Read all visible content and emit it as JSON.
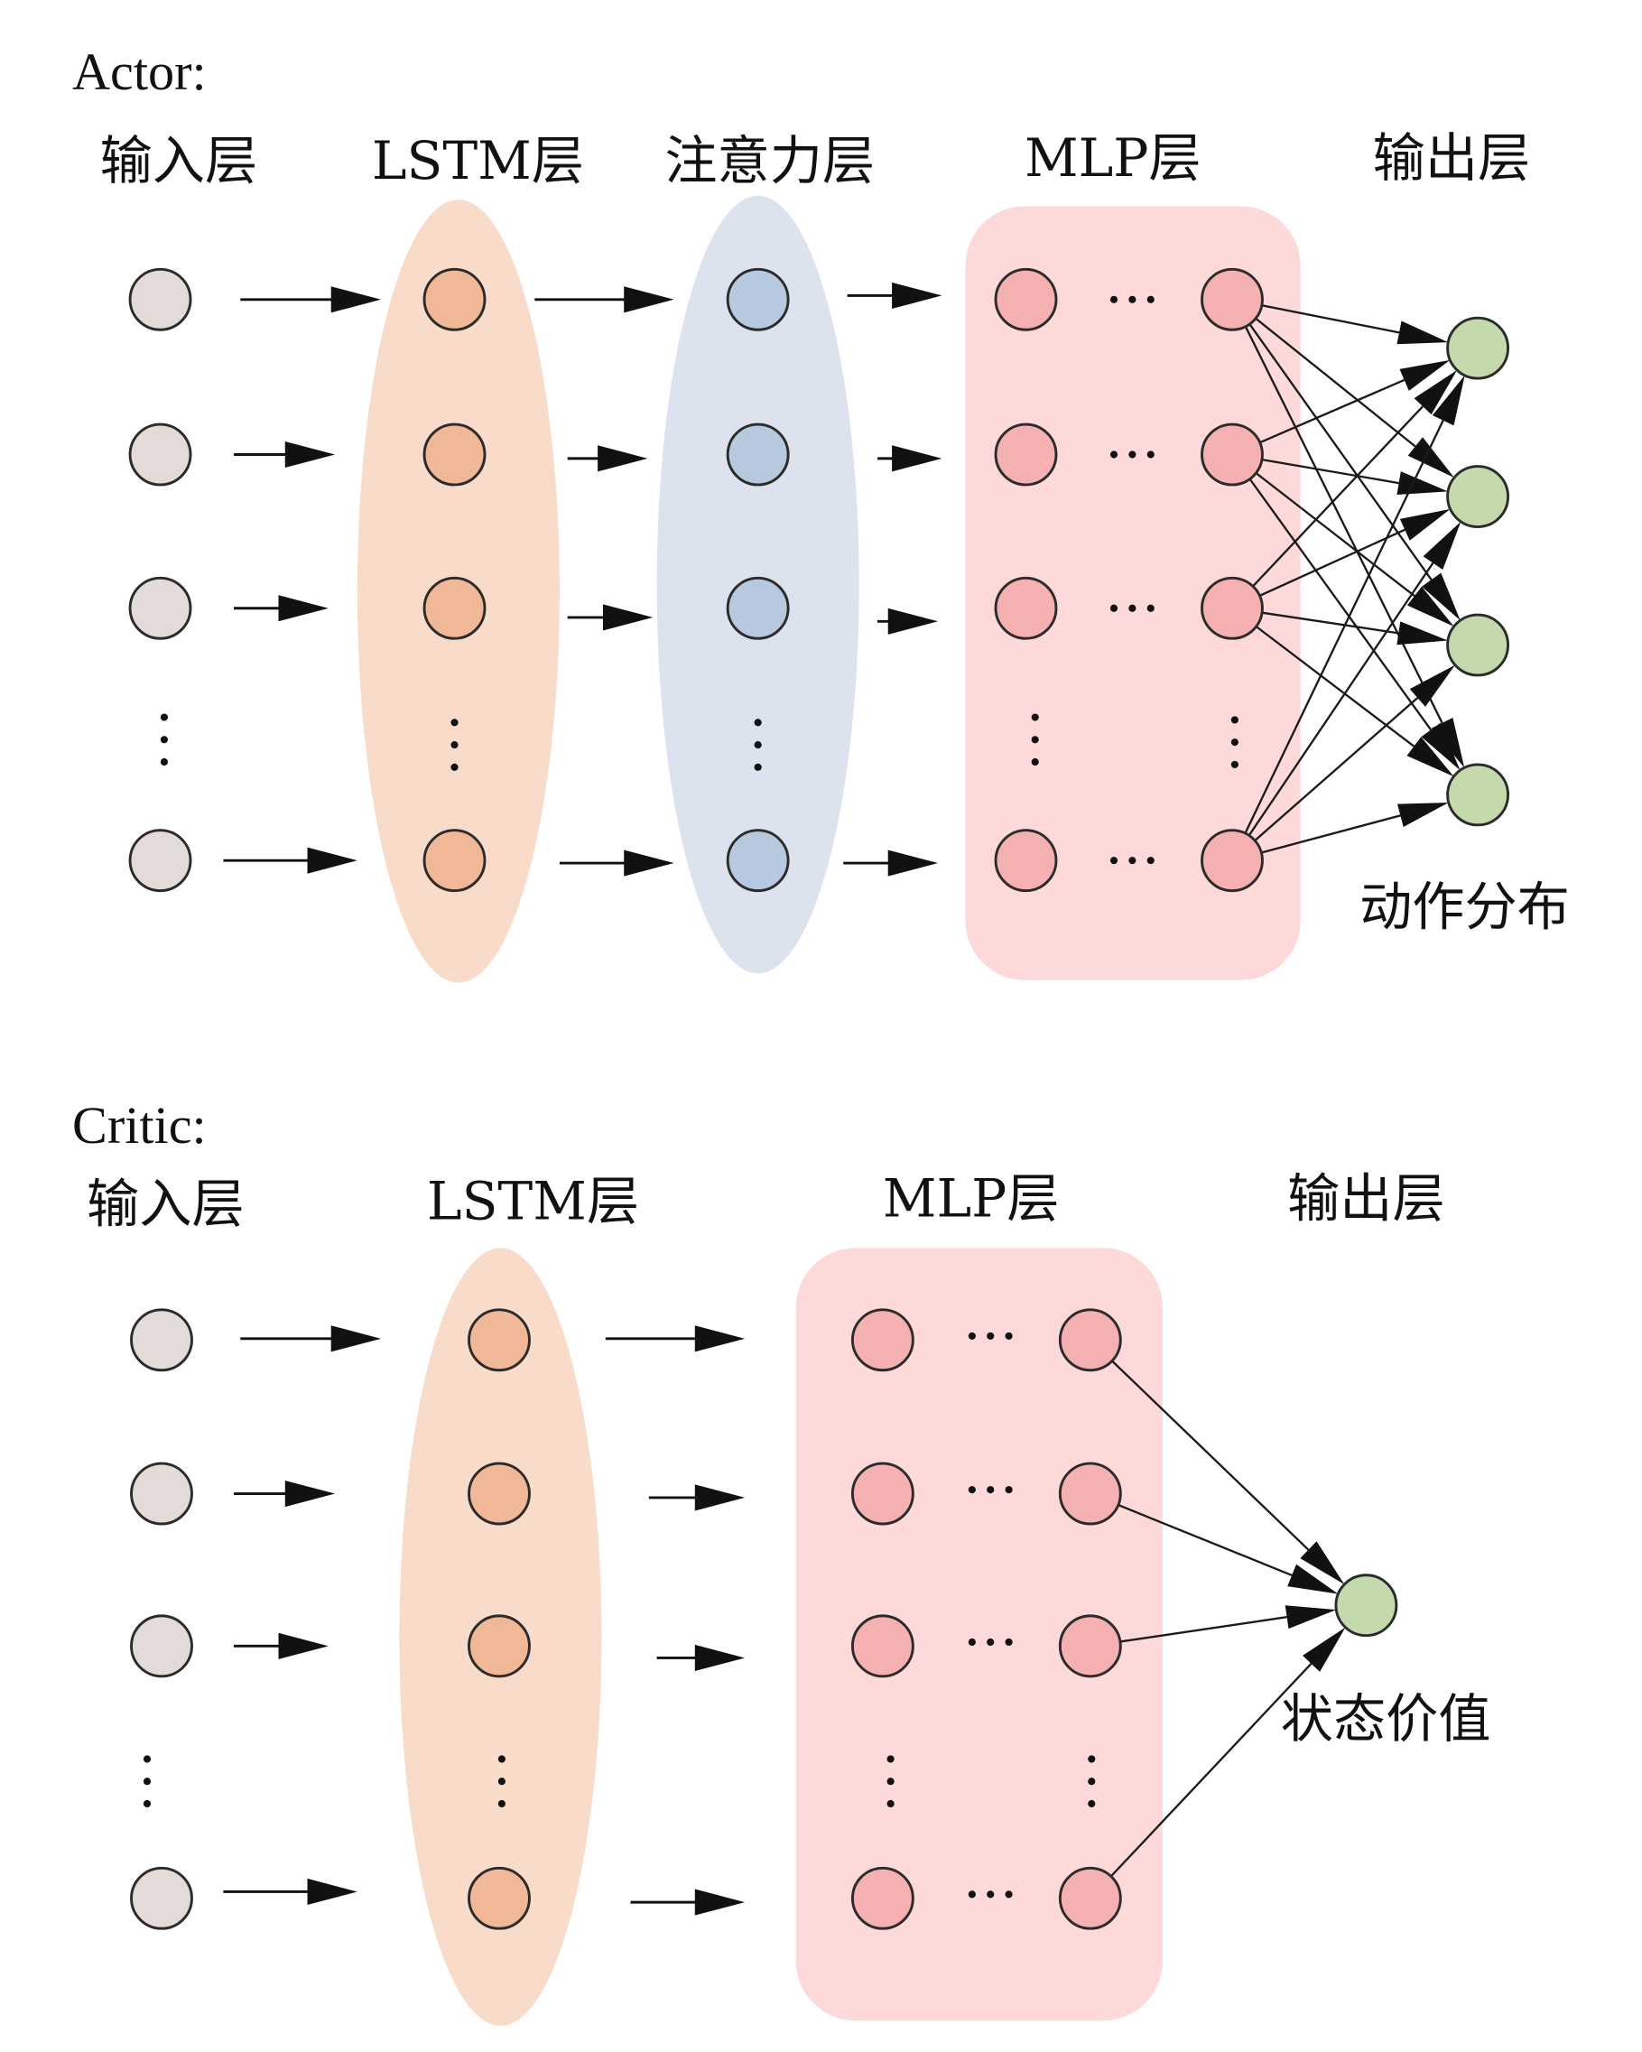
{
  "colors": {
    "input_node": "#e2dbd8",
    "lstm_region": "#f8dbc9",
    "lstm_node": "#f0b897",
    "attention_region": "#dce3ef",
    "attention_node": "#b6c9de",
    "mlp_region": "#fdd9d9",
    "mlp_node": "#f5b1b1",
    "output_node": "#c4d9ac"
  },
  "actor": {
    "title": "Actor:",
    "layers": [
      "输入层",
      "LSTM层",
      "注意力层",
      "MLP层",
      "输出层"
    ],
    "output_label": "动作分布",
    "hidden_rows_shown": 4,
    "output_nodes": 4,
    "ellipsis_vertical": "⋮",
    "ellipsis_horizontal": "···"
  },
  "critic": {
    "title": "Critic:",
    "layers": [
      "输入层",
      "LSTM层",
      "MLP层",
      "输出层"
    ],
    "output_label": "状态价值",
    "hidden_rows_shown": 4,
    "output_nodes": 1,
    "ellipsis_vertical": "⋮",
    "ellipsis_horizontal": "···"
  }
}
